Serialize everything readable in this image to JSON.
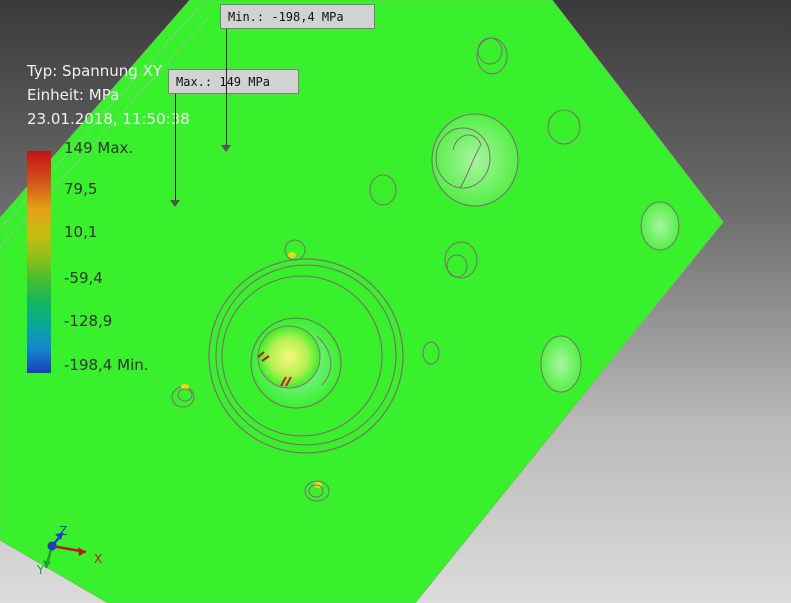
{
  "window": {
    "title": ""
  },
  "result_info": {
    "type_label": "Typ: Spannung XY",
    "unit_label": "Einheit: MPa",
    "timestamp": "23.01.2018, 11:50:38"
  },
  "legend": {
    "items": [
      {
        "label": "149 Max."
      },
      {
        "label": "79,5"
      },
      {
        "label": "10,1"
      },
      {
        "label": "-59,4"
      },
      {
        "label": "-128,9"
      },
      {
        "label": "-198,4 Min."
      }
    ],
    "colors": {
      "top": "#c31213",
      "upper_mid": "#e3a115",
      "middle": "#47bd2f",
      "lower_mid": "#0aa79e",
      "bottom": "#1a3fbd"
    }
  },
  "probes": {
    "min_label": "Min.: -198,4 MPa",
    "max_label": "Max.: 149 MPa"
  },
  "view_triad": {
    "x_label": "X",
    "y_label": "Y",
    "z_label": "Z"
  },
  "visual": {
    "background_top": "#3a3a3a",
    "background_bottom": "#dcdcdc",
    "part_color": "#39f02c",
    "edge_color": "#555555",
    "icons": [
      "view-triad-icon",
      "leader-arrow-icon"
    ]
  }
}
